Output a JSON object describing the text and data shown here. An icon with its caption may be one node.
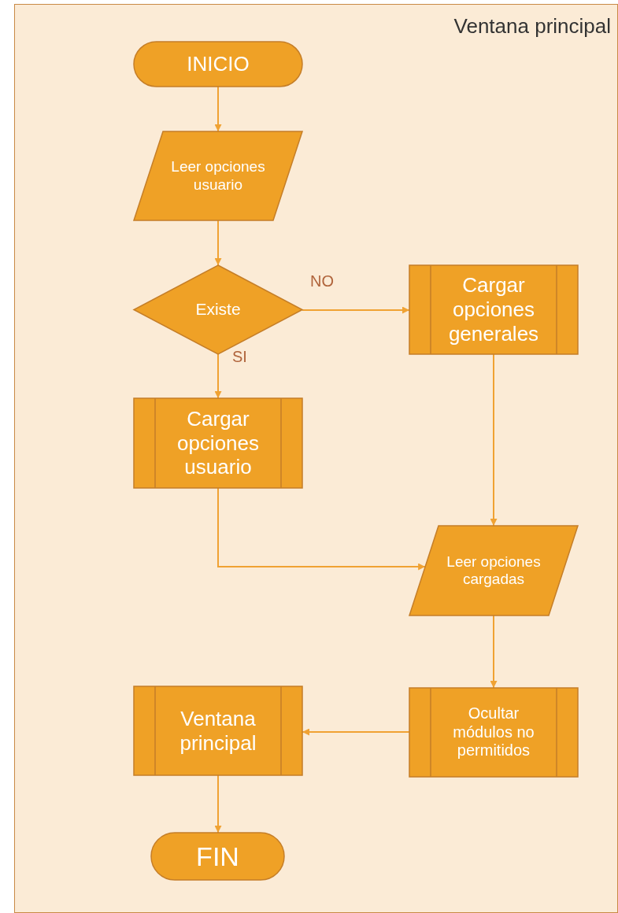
{
  "diagram": {
    "nodes": [
      {
        "text": [
          "Ventana principal"
        ]
      },
      {
        "text": [
          "INICIO"
        ],
        "in": 0
      },
      {
        "text": [
          "Leer opciones usuario"
        ],
        "in": 0
      },
      {
        "text": [
          "Existe"
        ],
        "in": 0
      },
      {
        "text": [
          "Cargar opciones generales"
        ],
        "in": 0
      },
      {
        "text": [
          "Cargar opciones usuario"
        ],
        "in": 0
      },
      {
        "text": [
          "Leer opciones cargadas"
        ],
        "in": 0
      },
      {
        "text": [
          "Ocultar módulos no permitidos"
        ],
        "in": 0
      },
      {
        "text": [
          "Ventana principal"
        ],
        "in": 0
      },
      {
        "text": [
          "FIN"
        ],
        "in": 0
      }
    ],
    "edges": [
      {
        "from": 1,
        "to": 2,
        "arrow": "to"
      },
      {
        "from": 2,
        "to": 3,
        "arrow": "to"
      },
      {
        "from": 3,
        "to": 4,
        "arrow": "to",
        "label": "NO"
      },
      {
        "from": 3,
        "to": 5,
        "arrow": "to",
        "label": "SI"
      },
      {
        "from": 4,
        "to": 6,
        "arrow": "to"
      },
      {
        "from": 5,
        "to": 6,
        "arrow": "to"
      },
      {
        "from": 6,
        "to": 7,
        "arrow": "to"
      },
      {
        "from": 7,
        "to": 8,
        "arrow": "to"
      },
      {
        "from": 8,
        "to": 9,
        "arrow": "to"
      }
    ]
  }
}
